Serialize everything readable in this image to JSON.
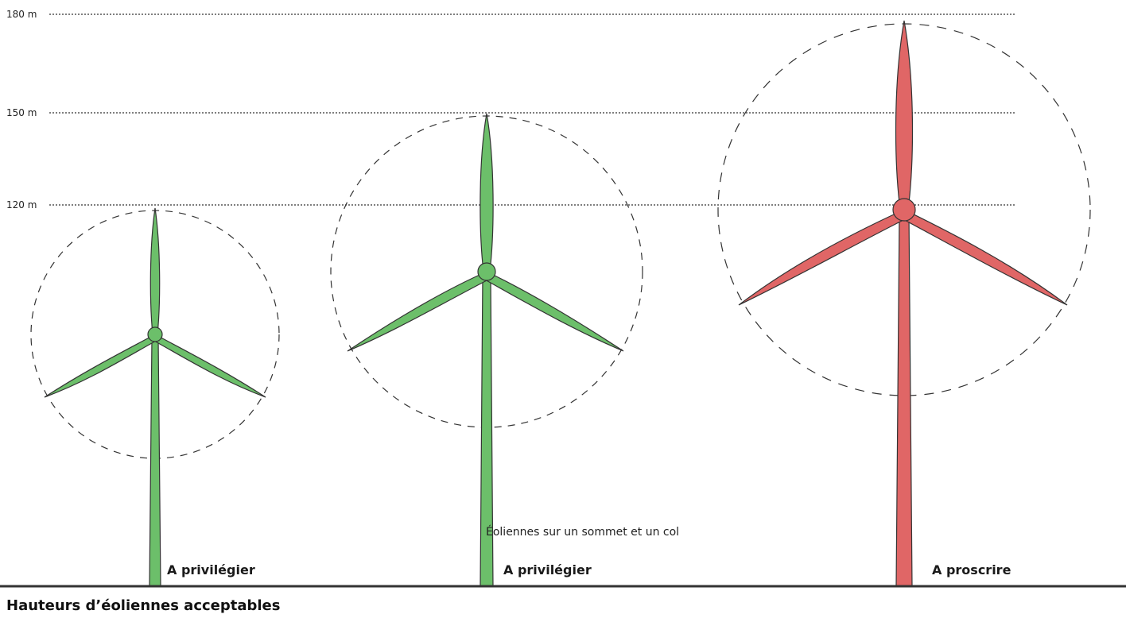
{
  "height_levels": [
    {
      "label": "180 m",
      "value": 180
    },
    {
      "label": "150 m",
      "value": 150
    },
    {
      "label": "120 m",
      "value": 120
    }
  ],
  "turbines": [
    {
      "label": "A privilégier",
      "tip_height_m": 120,
      "status": "recommended",
      "color": "#6cbf6a"
    },
    {
      "label": "A privilégier",
      "tip_height_m": 150,
      "status": "recommended",
      "color": "#6cbf6a"
    },
    {
      "label": "A proscrire",
      "tip_height_m": 180,
      "status": "prohibited",
      "color": "#e06666"
    }
  ],
  "annotation": "Éoliennes sur un sommet et un col",
  "caption": "Hauteurs d’éoliennes acceptables",
  "colors": {
    "recommended": "#6cbf6a",
    "prohibited": "#e06666",
    "outline": "#333333"
  }
}
